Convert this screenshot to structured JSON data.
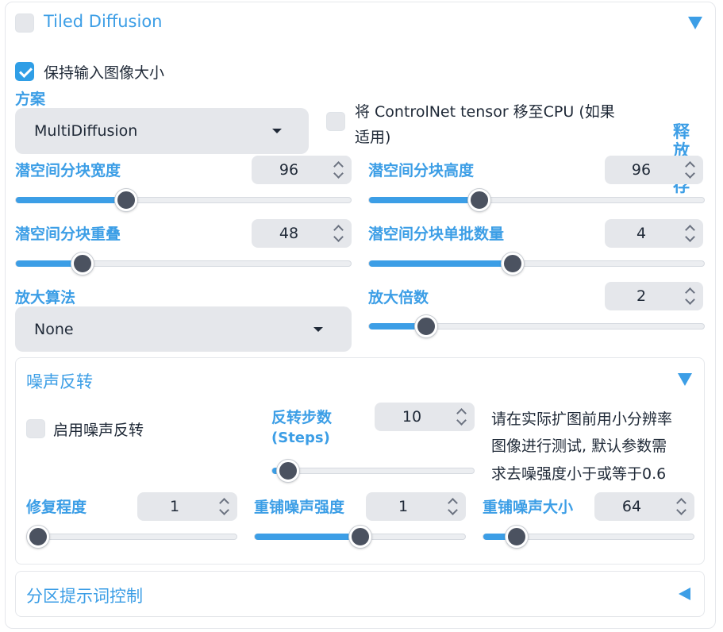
{
  "header": {
    "title": "Tiled Diffusion",
    "enabled": false,
    "expanded": true
  },
  "keep_input_size": {
    "label": "保持输入图像大小",
    "checked": true
  },
  "method": {
    "label": "方案",
    "value": "MultiDiffusion"
  },
  "move_controlnet": {
    "label_line1": "将 ControlNet tensor 移至CPU (如果",
    "label_line2": "适用)",
    "checked": false
  },
  "overflow_label": {
    "line1": "释",
    "line2": "放",
    "line3": "存"
  },
  "tile_width": {
    "label": "潜空间分块宽度",
    "value": "96",
    "fraction": 0.33
  },
  "tile_height": {
    "label": "潜空间分块高度",
    "value": "96",
    "fraction": 0.33
  },
  "tile_overlap": {
    "label": "潜空间分块重叠",
    "value": "48",
    "fraction": 0.2
  },
  "tile_batch": {
    "label": "潜空间分块单批数量",
    "value": "4",
    "fraction": 0.43
  },
  "upscaler": {
    "label": "放大算法",
    "value": "None"
  },
  "scale_factor": {
    "label": "放大倍数",
    "value": "2",
    "fraction": 0.17
  },
  "noise_inversion": {
    "title": "噪声反转",
    "expanded": true,
    "enable": {
      "label": "启用噪声反转",
      "checked": false
    },
    "steps": {
      "label_line1": "反转步数",
      "label_line2": "(Steps)",
      "value": "10",
      "fraction": 0.08
    },
    "note": {
      "line1": "请在实际扩图前用小分辨率",
      "line2": "图像进行测试, 默认参数需",
      "line3": "求去噪强度小于或等于0.6"
    },
    "retouch": {
      "label": "修复程度",
      "value": "1",
      "fraction": 0.0
    },
    "renoise_strength": {
      "label": "重铺噪声强度",
      "value": "1",
      "fraction": 0.5
    },
    "renoise_kernel": {
      "label": "重铺噪声大小",
      "value": "64",
      "fraction": 0.16
    }
  },
  "region_prompt": {
    "title": "分区提示词控制",
    "expanded": false
  },
  "colors": {
    "accent": "#3c9ee6",
    "field_bg": "#e5e7eb",
    "knob": "#4b5260"
  }
}
